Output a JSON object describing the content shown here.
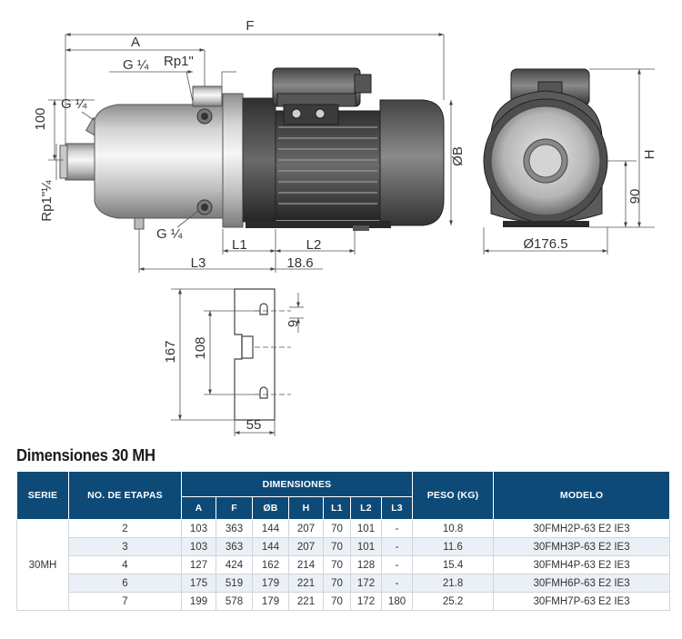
{
  "drawing": {
    "labels": {
      "F": "F",
      "A": "A",
      "G_top": "G ¼",
      "Rp_top": "Rp1\"",
      "G_left": "G ¼",
      "d100": "100",
      "Rp_side": "Rp1\"¼",
      "G_bottom": "G ¼",
      "L1": "L1",
      "L2": "L2",
      "L3": "L3",
      "d18_6": "18.6",
      "OB": "ØB",
      "H": "H",
      "d90": "90",
      "d176_5": "Ø176.5",
      "d167": "167",
      "d108": "108",
      "d9": "9",
      "d55": "55"
    }
  },
  "title": "Dimensiones 30 MH",
  "table": {
    "headers": {
      "serie": "SERIE",
      "etapas": "NO. DE ETAPAS",
      "dimensiones": "DIMENSIONES",
      "peso": "PESO (KG)",
      "modelo": "MODELO",
      "sub": [
        "A",
        "F",
        "ØB",
        "H",
        "L1",
        "L2",
        "L3"
      ]
    },
    "serie": "30MH",
    "rows": [
      {
        "etapas": "2",
        "A": "103",
        "F": "363",
        "B": "144",
        "H": "207",
        "L1": "70",
        "L2": "101",
        "L3": "-",
        "peso": "10.8",
        "modelo": "30FMH2P-63 E2 IE3"
      },
      {
        "etapas": "3",
        "A": "103",
        "F": "363",
        "B": "144",
        "H": "207",
        "L1": "70",
        "L2": "101",
        "L3": "-",
        "peso": "11.6",
        "modelo": "30FMH3P-63 E2 IE3"
      },
      {
        "etapas": "4",
        "A": "127",
        "F": "424",
        "B": "162",
        "H": "214",
        "L1": "70",
        "L2": "128",
        "L3": "-",
        "peso": "15.4",
        "modelo": "30FMH4P-63 E2 IE3"
      },
      {
        "etapas": "6",
        "A": "175",
        "F": "519",
        "B": "179",
        "H": "221",
        "L1": "70",
        "L2": "172",
        "L3": "-",
        "peso": "21.8",
        "modelo": "30FMH6P-63 E2 IE3"
      },
      {
        "etapas": "7",
        "A": "199",
        "F": "578",
        "B": "179",
        "H": "221",
        "L1": "70",
        "L2": "172",
        "L3": "180",
        "peso": "25.2",
        "modelo": "30FMH7P-63 E2 IE3"
      }
    ]
  }
}
